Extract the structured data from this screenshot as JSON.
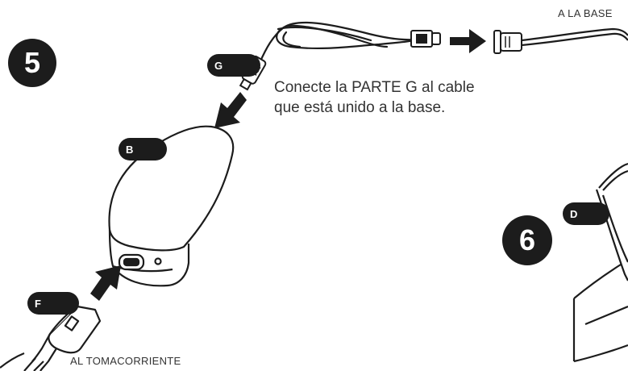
{
  "steps": {
    "five": "5",
    "six": "6"
  },
  "parts": {
    "g": "G",
    "b": "B",
    "f": "F",
    "d": "D"
  },
  "instruction": {
    "line1": "Conecte la PARTE G al cable",
    "line2": "que está unido a la base."
  },
  "captions": {
    "to_base": "A LA BASE",
    "to_outlet": "AL TOMACORRIENTE"
  },
  "icons": [
    "power-cable-icon",
    "cable-end-icon",
    "power-adapter-icon",
    "outlet-plug-icon",
    "arrow-icon",
    "base-icon"
  ]
}
